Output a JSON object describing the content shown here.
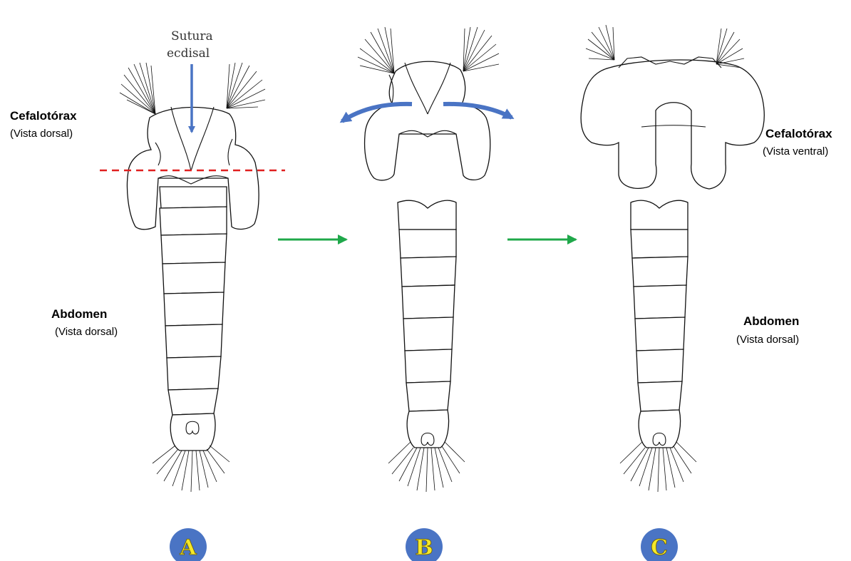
{
  "labels": {
    "suture_line1": "Sutura",
    "suture_line2": "ecdisal",
    "left_cephalothorax": "Cefalotórax",
    "left_cephalothorax_view": "(Vista dorsal)",
    "left_abdomen": "Abdomen",
    "left_abdomen_view": "(Vista dorsal)",
    "right_cephalothorax": "Cefalotórax",
    "right_cephalothorax_view": "(Vista ventral)",
    "right_abdomen": "Abdomen",
    "right_abdomen_view": "(Vista dorsal)"
  },
  "stages": [
    {
      "letter": "A"
    },
    {
      "letter": "B"
    },
    {
      "letter": "C"
    }
  ],
  "colors": {
    "suture_arrow": "#4a74c4",
    "cut_line": "#e02020",
    "step_arrow": "#1fa84a",
    "opening_arrows": "#4a74c4",
    "badge_fill": "#4a74c4",
    "badge_letter": "#f5e829"
  }
}
